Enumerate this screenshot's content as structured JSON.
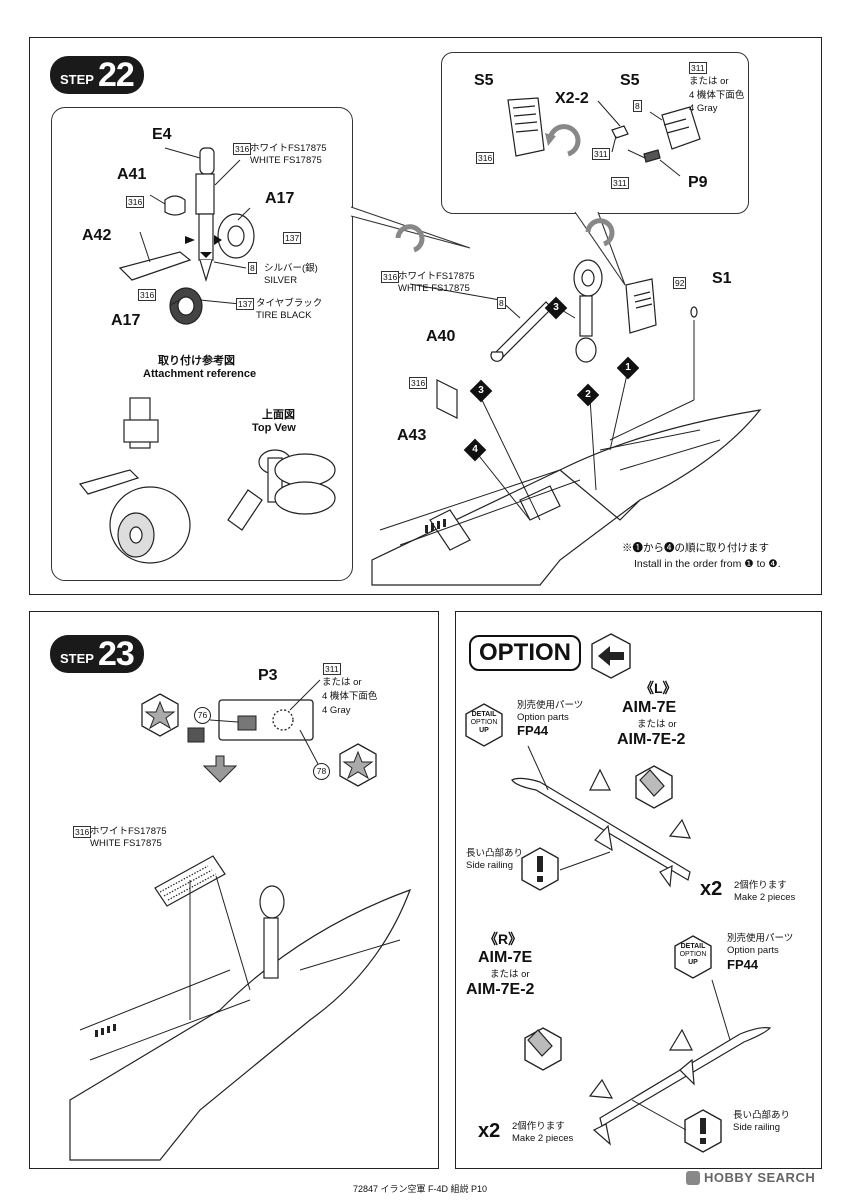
{
  "step22": {
    "badge_label": "STEP",
    "badge_number": "22",
    "parts": {
      "E4": "E4",
      "A41": "A41",
      "A42": "A42",
      "A17_top": "A17",
      "A17_bottom": "A17",
      "A40": "A40",
      "A43": "A43",
      "S1": "S1",
      "S5_left": "S5",
      "S5_right": "S5",
      "X2_2": "X2-2",
      "P9": "P9"
    },
    "colors": {
      "c316_code": "316",
      "c316_jp": "ホワイトFS17875",
      "c316_en": "WHITE FS17875",
      "c8_code": "8",
      "c8_jp": "シルバー(銀)",
      "c8_en": "SILVER",
      "c137_code": "137",
      "c137_jp": "タイヤブラック",
      "c137_en": "TIRE BLACK",
      "c311_code": "311",
      "c92_code": "92",
      "or_line": "または or",
      "gray_jp": "4 機体下面色",
      "gray_en": "4 Gray"
    },
    "attachment_jp": "取り付け参考図",
    "attachment_en": "Attachment reference",
    "topview_jp": "上面図",
    "topview_en": "Top Vew",
    "order_jp": "※❶から❹の順に取り付けます",
    "order_en": "Install in the order from ❶ to ❹.",
    "order_numbers": [
      "1",
      "2",
      "3",
      "4"
    ]
  },
  "step23": {
    "badge_label": "STEP",
    "badge_number": "23",
    "part": "P3",
    "decal_76": "76",
    "decal_78": "78",
    "c311_code": "311",
    "or_line": "または or",
    "gray_jp": "4 機体下面色",
    "gray_en": "4 Gray",
    "c316_code": "316",
    "c316_jp": "ホワイトFS17875",
    "c316_en": "WHITE FS17875"
  },
  "option": {
    "badge": "OPTION",
    "detail_up": [
      "DETAIL",
      "OPTION",
      "UP"
    ],
    "option_parts_jp": "別売使用パーツ",
    "option_parts_en": "Option parts",
    "option_parts_code": "FP44",
    "left_label": "《L》",
    "right_label": "《R》",
    "missile_a": "AIM-7E",
    "or_line": "または or",
    "missile_b": "AIM-7E-2",
    "side_rail_jp": "長い凸部あり",
    "side_rail_en": "Side railing",
    "x2": "x2",
    "make2_jp": "2個作ります",
    "make2_en": "Make 2 pieces"
  },
  "footer": {
    "page_caption": "72847 イラン空軍 F-4D 組説 P10",
    "watermark": "HOBBY SEARCH"
  }
}
